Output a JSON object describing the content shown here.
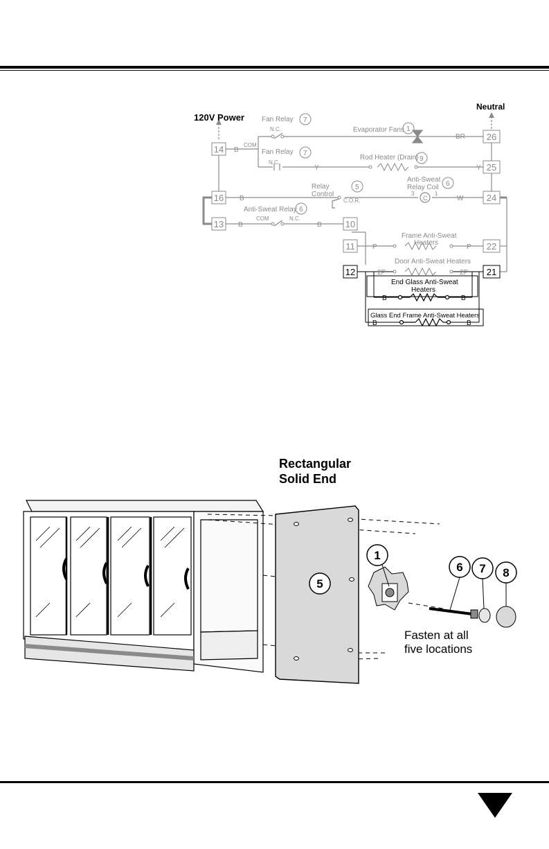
{
  "wiring_diagram": {
    "power_label": "120V Power",
    "neutral_label": "Neutral",
    "terminals": {
      "t14": "14",
      "t16": "16",
      "t13": "13",
      "t10": "10",
      "t11": "11",
      "t12": "12",
      "t26": "26",
      "t25": "25",
      "t24": "24",
      "t22": "22",
      "t21": "21"
    },
    "fan_relay_1": {
      "label": "Fan Relay",
      "callout": "7",
      "contact": "N.C.",
      "common": "COM"
    },
    "fan_relay_2": {
      "label": "Fan Relay",
      "callout": "7",
      "contact": "N.C."
    },
    "evaporator_fans": {
      "label": "Evaporator Fans",
      "callout": "1"
    },
    "rod_heater": {
      "label": "Rod Heater (Drain)",
      "callout": "9"
    },
    "relay_control": {
      "label_line1": "Relay",
      "label_line2": "Control",
      "callout": "5",
      "contact": "C.O.R."
    },
    "anti_sweat_coil": {
      "label_line1": "Anti-Sweat",
      "label_line2": "Relay Coil",
      "callout": "6",
      "pin3": "3",
      "pin1": "1"
    },
    "anti_sweat_relay": {
      "label": "Anti-Sweat Relay",
      "callout": "6",
      "common": "COM",
      "contact": "N.C."
    },
    "frame_heaters": {
      "label_line1": "Frame Anti-Sweat",
      "label_line2": "Heaters"
    },
    "door_heaters": {
      "label": "Door Anti-Sweat Heaters"
    },
    "end_glass_heaters": {
      "label_line1": "End Glass Anti-Sweat",
      "label_line2": "Heaters"
    },
    "glass_end_frame_heaters": {
      "label": "Glass End Frame Anti-Sweat Heaters"
    },
    "wire_colors": {
      "b": "B",
      "br": "BR",
      "y": "Y",
      "w": "W",
      "p": "P",
      "p2": "2P"
    }
  },
  "case_illustration": {
    "title_line1": "Rectangular",
    "title_line2": "Solid End",
    "callouts": {
      "c1": "1",
      "c5": "5",
      "c6": "6",
      "c7": "7",
      "c8": "8"
    },
    "note_line1": "Fasten at all",
    "note_line2": "five locations"
  },
  "colors": {
    "ink": "#000000",
    "gray": "#8a8a8a",
    "panel": "#d9d9d9"
  }
}
